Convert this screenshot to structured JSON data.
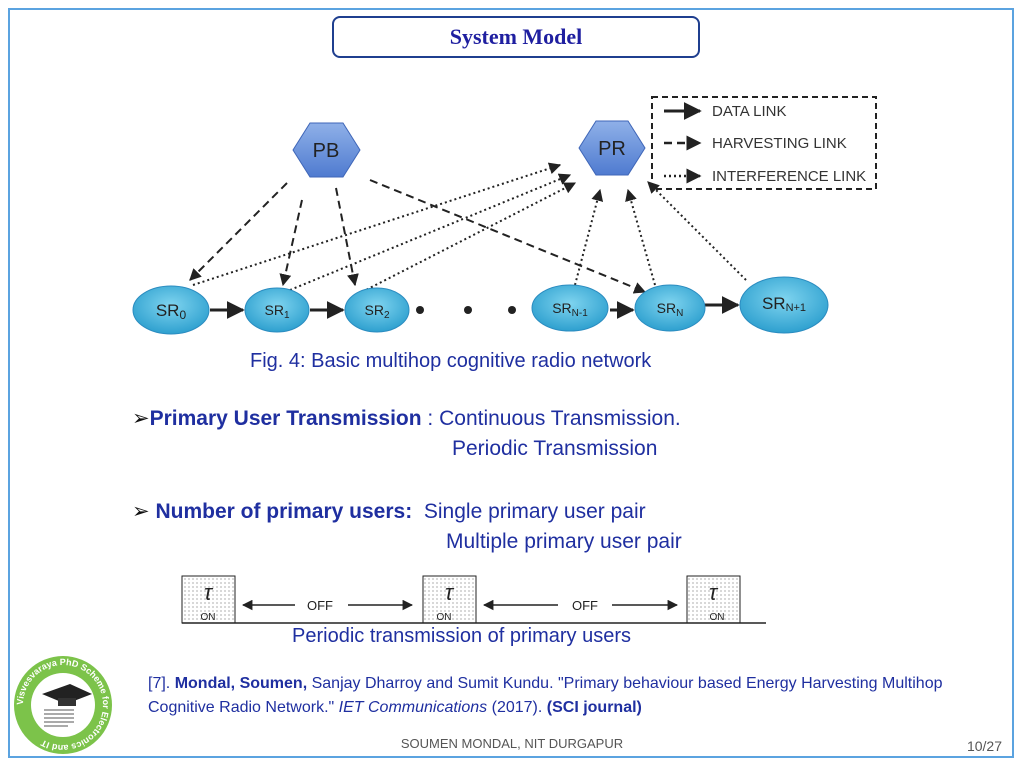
{
  "slide": {
    "title": "System Model",
    "figure": {
      "nodes": {
        "pb": "PB",
        "pr": "PR",
        "sr0_base": "SR",
        "sr0_sub": "0",
        "sr1_base": "SR",
        "sr1_sub": "1",
        "sr2_base": "SR",
        "sr2_sub": "2",
        "srn1_base": "SR",
        "srn1_sub": "N-1",
        "srn_base": "SR",
        "srn_sub": "N",
        "srnp1_base": "SR",
        "srnp1_sub": "N+1"
      },
      "legend": {
        "data_link": "DATA LINK",
        "harvesting_link": "HARVESTING LINK",
        "interference_link": "INTERFERENCE LINK"
      },
      "caption": "Fig. 4: Basic multihop cognitive radio network"
    },
    "bullets": {
      "b1_label": "Primary User Transmission",
      "b1_sep": " : ",
      "b1_value1": "Continuous Transmission.",
      "b1_value2": "Periodic Transmission",
      "b2_label": "Number of primary users:",
      "b2_value1": "Single primary user pair",
      "b2_value2": "Multiple  primary user pair"
    },
    "timing": {
      "tau": "τ",
      "on": "ON",
      "off": "OFF",
      "caption": "Periodic transmission of  primary users"
    },
    "reference": {
      "num": "[7].",
      "authors_bold": "Mondal, Soumen,",
      "authors_rest": "Sanjay Dharroy  and Sumit Kundu.",
      "title": "\"Primary behaviour based Energy Harvesting Multihop Cognitive Radio Network.\"",
      "journal": "IET Communications",
      "year": "(2017).",
      "tag": "(SCI journal)"
    },
    "logo_text": "Visvesvaraya PhD Scheme for Electronics and IT",
    "footer": "SOUMEN MONDAL, NIT DURGAPUR",
    "page": "10/27"
  }
}
